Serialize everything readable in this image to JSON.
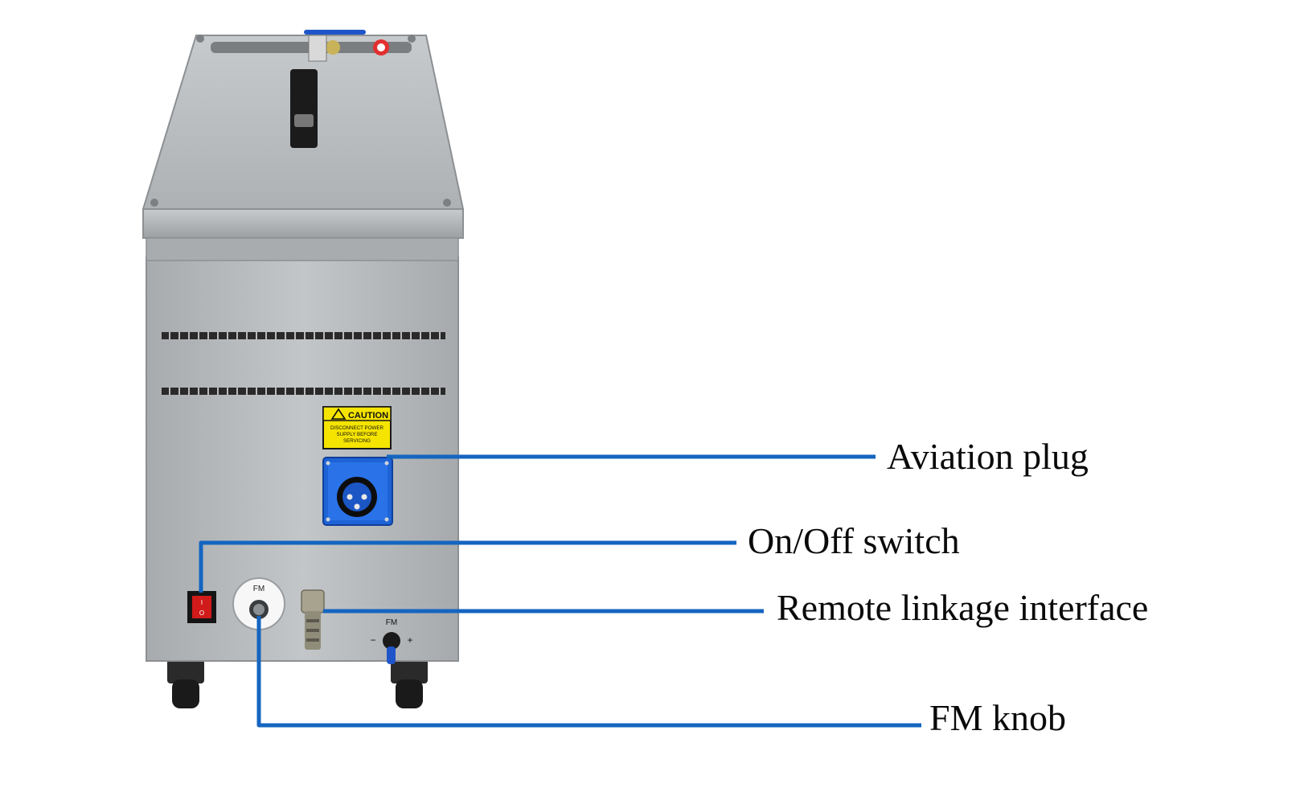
{
  "labels": {
    "aviation_plug": "Aviation plug",
    "onoff_switch": "On/Off switch",
    "remote_linkage": "Remote linkage interface",
    "fm_knob": "FM knob"
  },
  "device": {
    "caution_title": "CAUTION",
    "caution_line1": "DISCONNECT POWER",
    "caution_line2": "SUPPLY BEFORE",
    "caution_line3": "SERVICING",
    "switch_mark_on": "I",
    "switch_mark_off": "O",
    "fm_dial_label": "FM",
    "fm_valve_label": "FM",
    "minus": "−",
    "plus": "+"
  },
  "colors": {
    "leader_line": "#1565c0",
    "plug_blue": "#1e63d6",
    "caution_yellow": "#f5e400",
    "switch_red": "#d11a1a",
    "steel": "#b5b8bb"
  }
}
